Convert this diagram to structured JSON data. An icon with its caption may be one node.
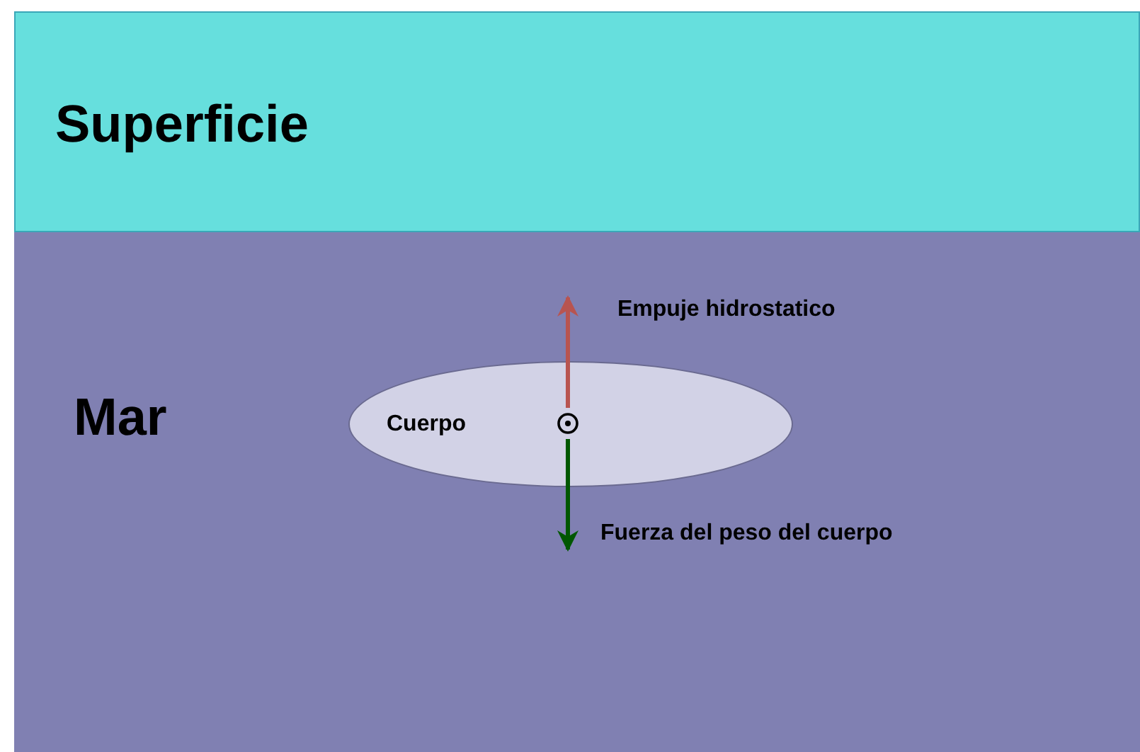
{
  "diagram": {
    "nodes": [
      {
        "text": [
          "Superficie"
        ]
      },
      {
        "text": [
          "Mar"
        ]
      },
      {
        "text": [
          "Cuerpo"
        ],
        "in": 1
      }
    ],
    "labels": [
      "Empuje hidrostatico",
      "Fuerza del peso del cuerpo"
    ]
  }
}
